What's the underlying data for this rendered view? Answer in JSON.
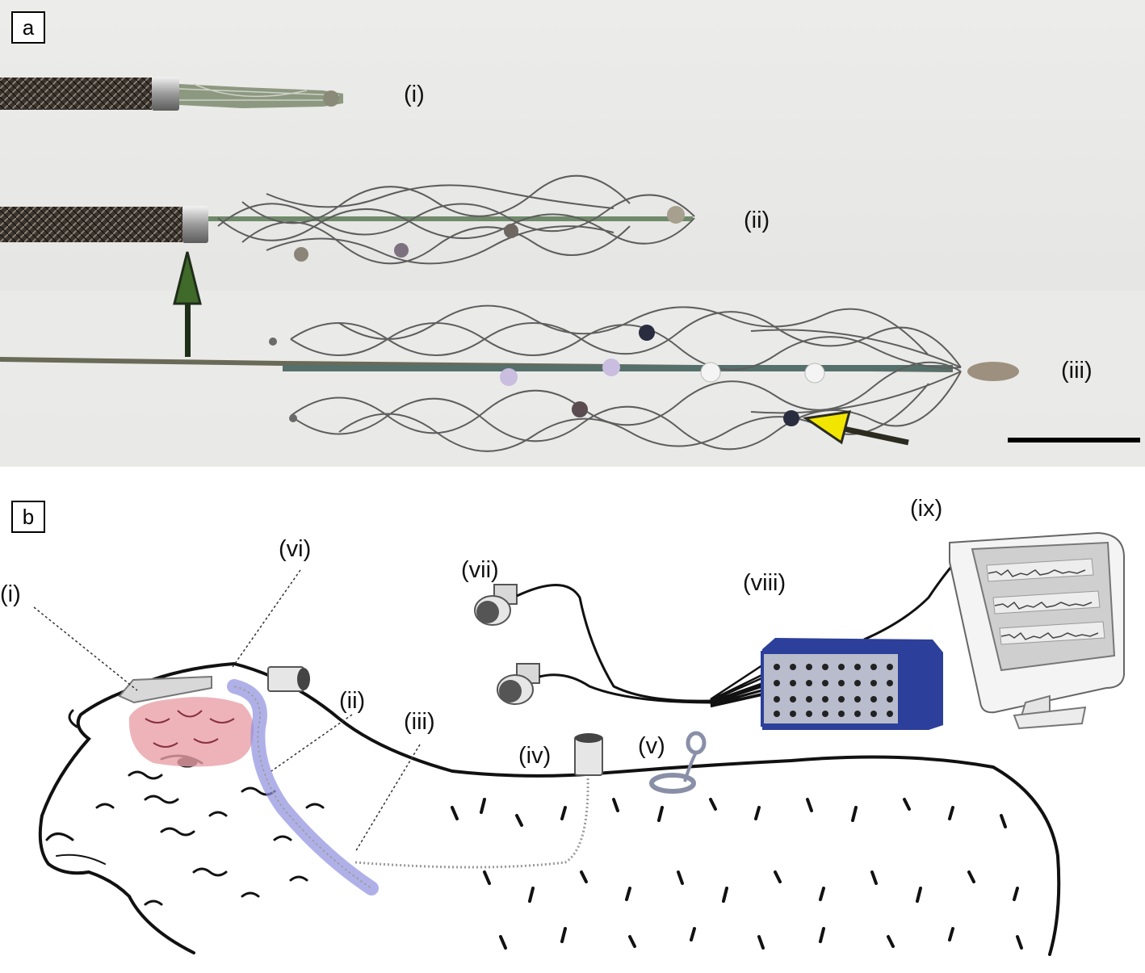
{
  "panel_a": {
    "label": "a",
    "items": [
      {
        "id": "i",
        "label": "(i)"
      },
      {
        "id": "ii",
        "label": "(ii)"
      },
      {
        "id": "iii",
        "label": "(iii)"
      }
    ],
    "colors": {
      "green_arrow": "#3f6a2a",
      "yellow_arrow": "#f2e600",
      "background": "#e9e9e7"
    }
  },
  "panel_b": {
    "label": "b",
    "labels": [
      {
        "id": "i",
        "text": "(i)"
      },
      {
        "id": "ii",
        "text": "(ii)"
      },
      {
        "id": "iii",
        "text": "(iii)"
      },
      {
        "id": "iv",
        "text": "(iv)"
      },
      {
        "id": "v",
        "text": "(v)"
      },
      {
        "id": "vi",
        "text": "(vi)"
      },
      {
        "id": "vii",
        "text": "(vii)"
      },
      {
        "id": "viii",
        "text": "(viii)"
      },
      {
        "id": "ix",
        "text": "(ix)"
      }
    ],
    "colors": {
      "brain": "#e8a0a8",
      "vessel": "#8f8fe0",
      "amplifier": "#2c3f9a"
    }
  }
}
